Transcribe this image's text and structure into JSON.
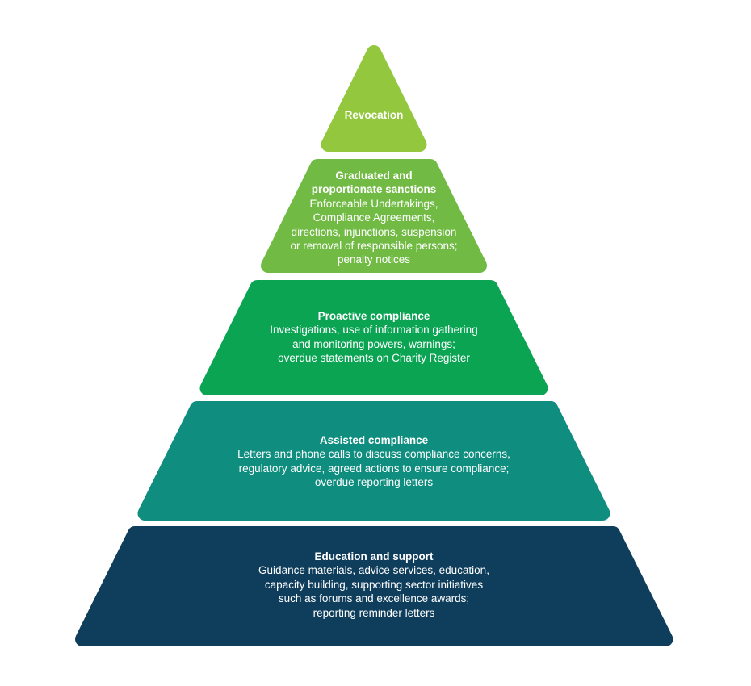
{
  "pyramid": {
    "text_color": "#FFFFFF",
    "background_color": "#FFFFFF",
    "levels": [
      {
        "id": "revocation",
        "color": "#93C83E",
        "title_lines": [
          "Revocation"
        ],
        "body_lines": []
      },
      {
        "id": "graduated-and-proportionate-sanctions",
        "color": "#71BB45",
        "title_lines": [
          "Graduated and",
          "proportionate sanctions"
        ],
        "body_lines": [
          "Enforceable Undertakings,",
          "Compliance Agreements,",
          "directions, injunctions, suspension",
          "or removal of responsible persons;",
          "penalty notices"
        ]
      },
      {
        "id": "proactive-compliance",
        "color": "#0AA453",
        "title_lines": [
          "Proactive compliance"
        ],
        "body_lines": [
          "Investigations, use of information gathering",
          "and monitoring powers, warnings;",
          "overdue statements on Charity Register"
        ]
      },
      {
        "id": "assisted-compliance",
        "color": "#0F8D7F",
        "title_lines": [
          "Assisted compliance"
        ],
        "body_lines": [
          "Letters and phone calls to discuss compliance concerns,",
          "regulatory advice, agreed actions to ensure compliance;",
          "overdue reporting letters"
        ]
      },
      {
        "id": "education-and-support",
        "color": "#0F3D5C",
        "title_lines": [
          "Education and support"
        ],
        "body_lines": [
          "Guidance materials, advice services, education,",
          "capacity building, supporting sector initiatives",
          "such as forums and excellence awards;",
          "reporting reminder letters"
        ]
      }
    ]
  }
}
